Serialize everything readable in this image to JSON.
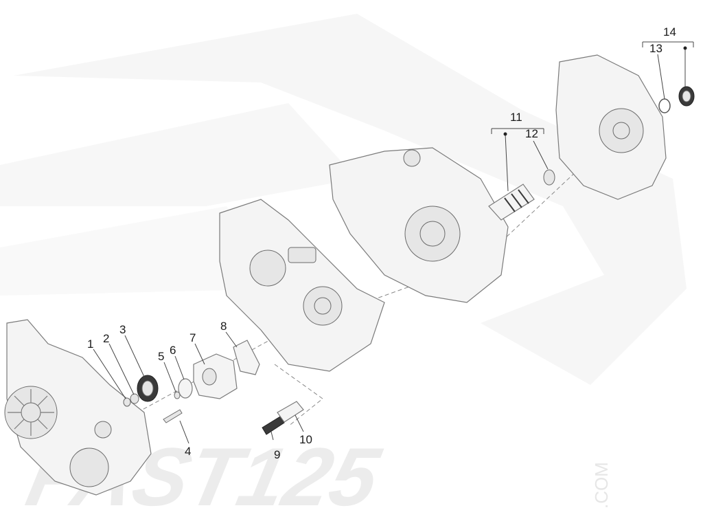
{
  "watermark": {
    "text": "FAST125",
    "suffix": ".COM"
  },
  "callouts": [
    "1",
    "2",
    "3",
    "4",
    "5",
    "6",
    "7",
    "8",
    "9",
    "10",
    "11",
    "12",
    "13",
    "14"
  ]
}
